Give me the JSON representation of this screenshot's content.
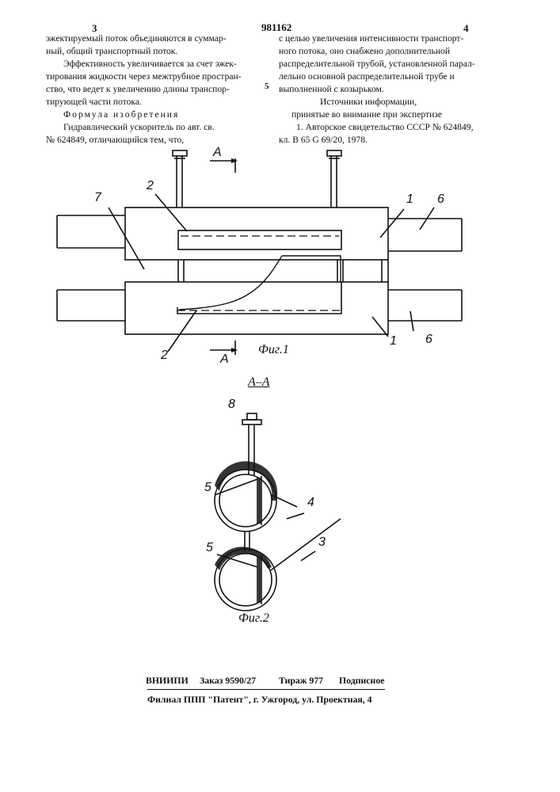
{
  "header": {
    "page_left": "3",
    "patent_number": "981162",
    "page_right": "4"
  },
  "left_column": {
    "lines": [
      "эжектируемый поток объединяются в суммар-",
      "ный, общий транспортный поток.",
      "Эффективность увеличивается за счет эжек-",
      "тирования жидкости через межтрубное простран-",
      "ство, что ведет к увеличению длины транспор-",
      "тирующей части потока.",
      "Формула изобретения",
      "Гидравлический ускоритель по авт. св.",
      "№ 624849, отличающийся тем, что,"
    ]
  },
  "line_number": "5",
  "right_column": {
    "lines": [
      "с целью увеличения интенсивности транспорт-",
      "ного потока, оно снабжено дополнительной",
      "распределительной трубой, установленной парал-",
      "лельно основной распределительной трубе и",
      "выполненной с козырьком.",
      "Источники информации,",
      "принятые во внимание при экспертизе",
      "1. Авторское свидетельство СССР № 624849,",
      "кл. В 65 G 69/20, 1978."
    ]
  },
  "figure1": {
    "section_mark_top": "А",
    "section_mark_bottom": "А",
    "labels": {
      "l2_top": "2",
      "l7": "7",
      "l1_top": "1",
      "l6_top": "6",
      "l2_bottom": "2",
      "l1_bottom": "1",
      "l6_bottom": "6"
    },
    "caption": "Фиг.1"
  },
  "figure2": {
    "section_title": "А–А",
    "labels": {
      "l8": "8",
      "l5_top": "5",
      "l4": "4",
      "l5_bottom": "5",
      "l3": "3"
    },
    "caption": "Фиг.2"
  },
  "footer": {
    "org": "ВНИИПИ",
    "order": "Заказ 9590/27",
    "print_run": "Тираж 977",
    "subscription": "Подписное",
    "branch": "Филиал ППП \"Патент\", г. Ужгород, ул. Проектная, 4"
  }
}
